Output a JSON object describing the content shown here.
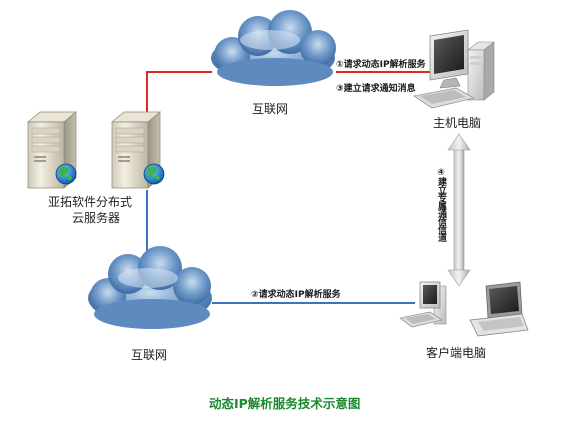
{
  "diagram": {
    "nodes": {
      "server_cluster": {
        "label_line1": "亚拓软件分布式",
        "label_line2": "云服务器"
      },
      "internet_top": {
        "label": "互联网"
      },
      "internet_bottom": {
        "label": "互联网"
      },
      "host_pc": {
        "label": "主机电脑"
      },
      "client_pc": {
        "label": "客户端电脑"
      }
    },
    "edges": {
      "step1": {
        "label": "①请求动态IP解析服务",
        "color": "#e0281e"
      },
      "step3": {
        "label": "③建立请求通知消息",
        "color": "#e0281e"
      },
      "step2": {
        "label": "②请求动态IP解析服务",
        "color": "#3b72c4"
      },
      "step4": {
        "label": "④建立专属通信信道"
      }
    },
    "caption": "动态IP解析服务技术示意图",
    "colors": {
      "red_link": "#e0281e",
      "blue_link": "#3b72c4",
      "caption_green": "#1b8a2e",
      "cloud_blue": "#4f7fb7"
    }
  }
}
